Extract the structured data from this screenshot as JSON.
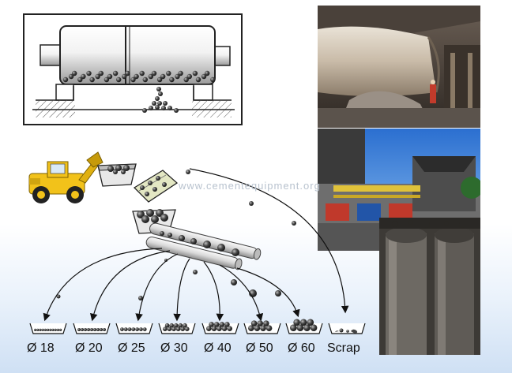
{
  "watermark": "www.cementequipment.org",
  "size_labels": [
    "Ø 18",
    "Ø 20",
    "Ø 25",
    "Ø 30",
    "Ø 40",
    "Ø 50",
    "Ø 60",
    "Scrap"
  ],
  "colors": {
    "loader_yellow": "#f2c21a",
    "ball_dark": "#2a2a2a",
    "sky_blue": "#3f86d8",
    "frame_gray": "#888888"
  }
}
